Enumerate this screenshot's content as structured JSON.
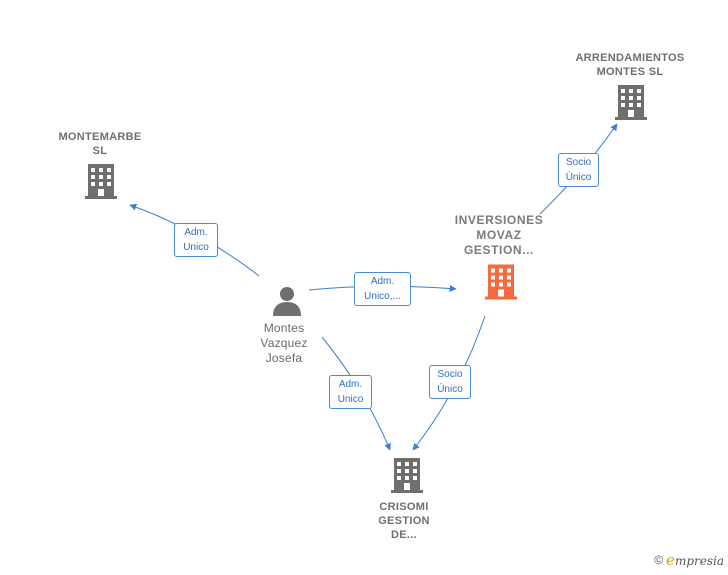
{
  "colors": {
    "edge": "#3a7fd5",
    "building": "#6f6f6f",
    "building_focus": "#f26a3d",
    "person": "#6f6f6f"
  },
  "nodes": {
    "arrendamientos": {
      "lines": [
        "ARRENDAMIENTOS",
        "MONTES SL"
      ],
      "icon": "building-icon"
    },
    "montemarbe": {
      "lines": [
        "MONTEMARBE",
        "SL"
      ],
      "icon": "building-icon"
    },
    "inversiones": {
      "lines": [
        "INVERSIONES",
        "MOVAZ",
        "GESTION..."
      ],
      "icon": "building-icon"
    },
    "person": {
      "lines": [
        "Montes",
        "Vazquez",
        "Josefa"
      ],
      "icon": "person-icon"
    },
    "crisomi": {
      "lines": [
        "CRISOMI",
        "GESTION",
        "DE..."
      ],
      "icon": "building-icon"
    }
  },
  "edges": {
    "person_montemarbe": {
      "lines": [
        "Adm.",
        "Unico"
      ]
    },
    "person_inversiones": {
      "lines": [
        "Adm.",
        "Unico,..."
      ]
    },
    "person_crisomi": {
      "lines": [
        "Adm.",
        "Unico"
      ]
    },
    "inversiones_arrendamientos": {
      "lines": [
        "Socio",
        "Único"
      ]
    },
    "inversiones_crisomi": {
      "lines": [
        "Socio",
        "Único"
      ]
    }
  },
  "footer": {
    "copyright": "©",
    "brand_initial": "e",
    "brand_rest": "mpresia"
  }
}
